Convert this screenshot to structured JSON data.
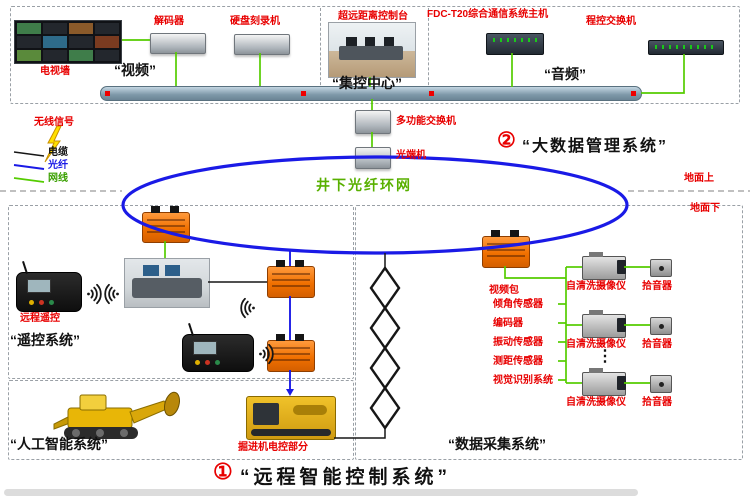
{
  "ground": {
    "tv_wall": "电视墙",
    "decoder": "解码器",
    "recorder": "硬盘刻录机",
    "video": "“视频”",
    "console": "超远距离控制台",
    "control_center": "“集控中心”",
    "comm_host": "FDC-T20综合通信系统主机",
    "pbx": "程控交换机",
    "audio": "“音频”",
    "multi_switch": "多功能交换机",
    "optical_terminal": "光端机",
    "bigdata_number": "②",
    "bigdata_label": "“大数据管理系统”"
  },
  "legend": {
    "wireless": "无线信号",
    "cable": "电缆",
    "fiber": "光纤",
    "ethernet": "网线"
  },
  "ring": {
    "label": "井下光纤环网",
    "above": "地面上",
    "below": "地面下"
  },
  "underground": {
    "remote": "远程遥控",
    "remote_system": "“遥控系统”",
    "ai_system": "“人工智能系统”",
    "machine_part": "掘进机电控部分",
    "video_pack": "视频包",
    "sensors": [
      "倾角传感器",
      "编码器",
      "振动传感器",
      "测距传感器",
      "视觉识别系统"
    ],
    "camera": "自清洗摄像仪",
    "pickup": "拾音器",
    "dots": "⋮",
    "daq_system": "“数据采集系统”",
    "bottom_number": "①",
    "bottom_label": "“远程智能控制系统”"
  },
  "colors": {
    "label_red": "#e80000",
    "ring_blue": "#1a1ae6",
    "wire_green": "#55cc00",
    "device_orange": "#f07000",
    "ring_text_green": "#58b000"
  }
}
